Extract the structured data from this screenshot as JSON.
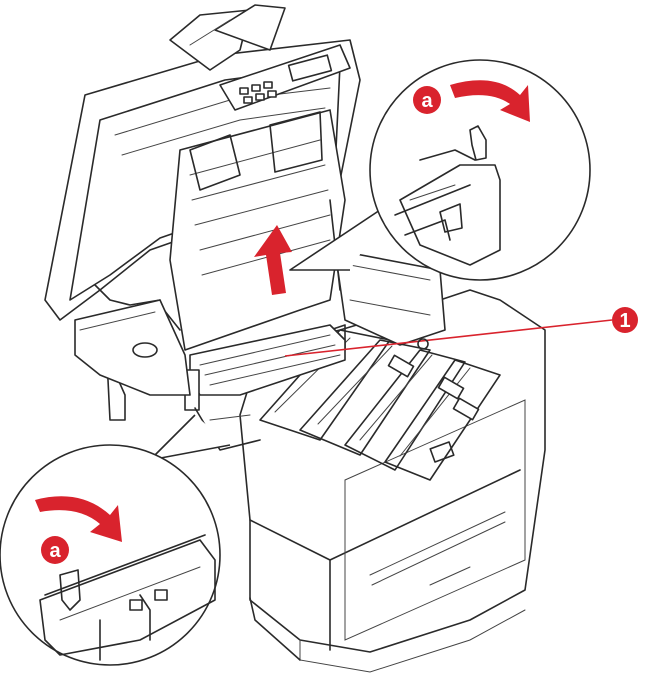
{
  "callouts": {
    "main_number": "1",
    "top_letter": "a",
    "bottom_letter": "a"
  },
  "colors": {
    "accent": "#d9232d",
    "line": "#2a2a2a",
    "background": "#ffffff"
  }
}
